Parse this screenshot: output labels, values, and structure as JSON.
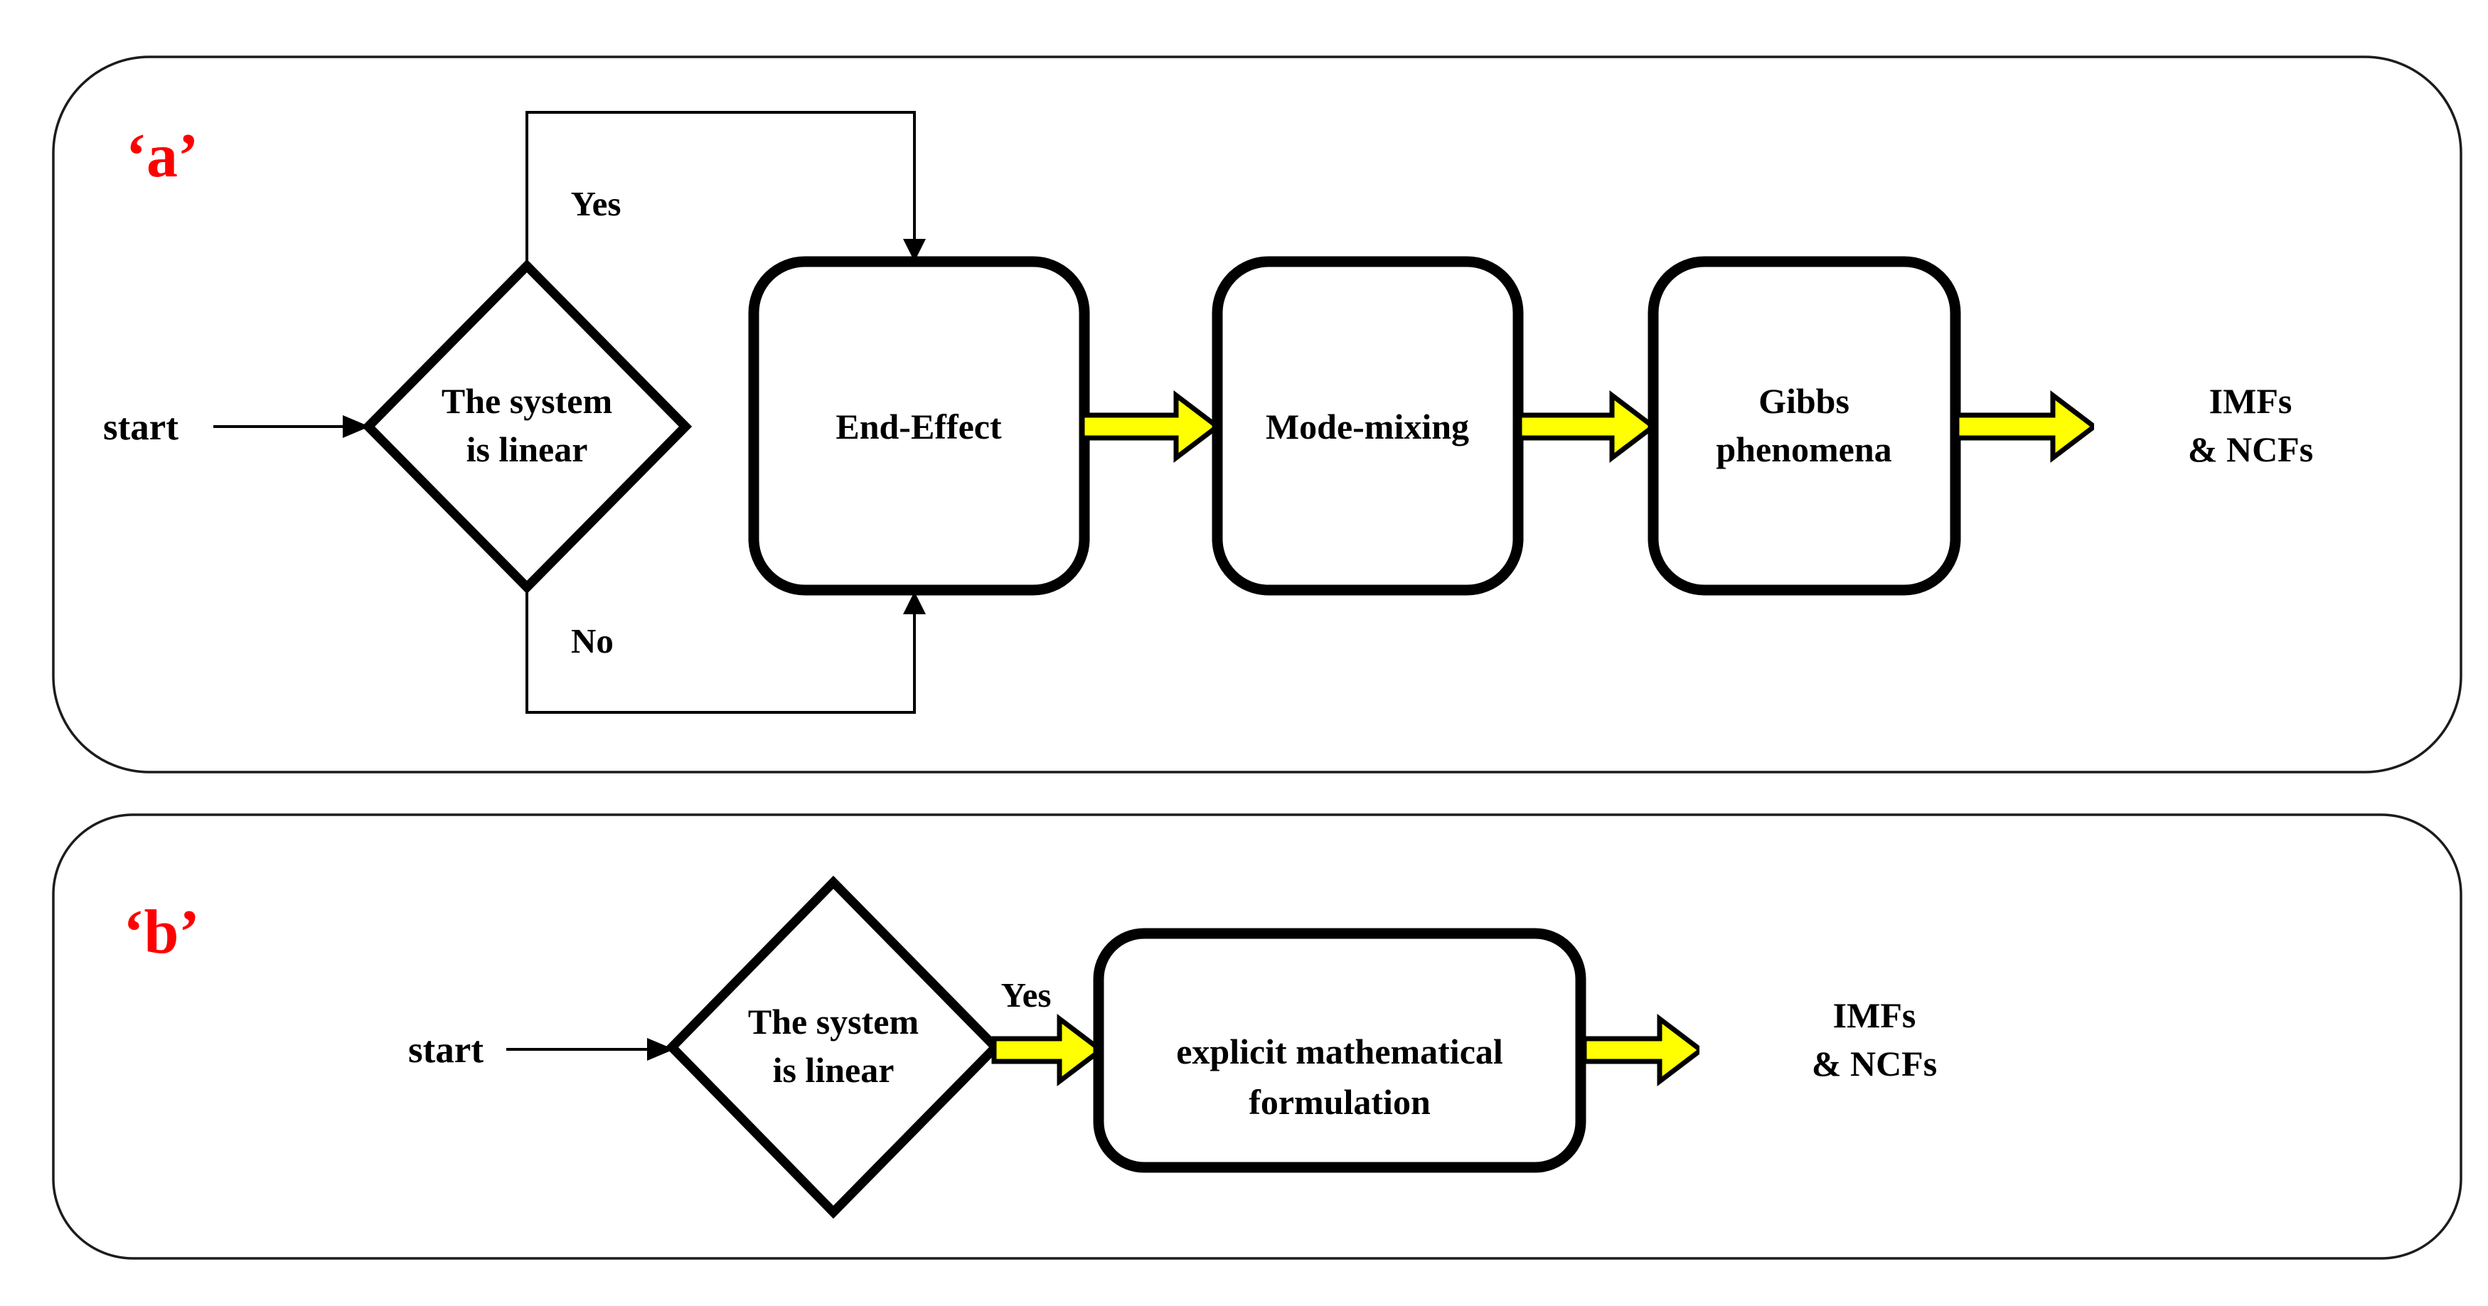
{
  "colors": {
    "background": "#ffffff",
    "shape_stroke": "#000000",
    "panel_stroke": "#1c1c1c",
    "arrow_yellow": "#ffff00",
    "figure_label_red": "#ff0000"
  },
  "panel_a": {
    "label": "‘a’",
    "start_label": "start",
    "decision": {
      "line1": "The system",
      "line2": "is linear"
    },
    "yes_label": "Yes",
    "no_label": "No",
    "process_1": "End-Effect",
    "process_2": "Mode-mixing",
    "process_3": {
      "line1": "Gibbs",
      "line2": "phenomena"
    },
    "output": {
      "line1": "IMFs",
      "line2": "& NCFs"
    }
  },
  "panel_b": {
    "label": "‘b’",
    "start_label": "start",
    "decision": {
      "line1": "The system",
      "line2": "is linear"
    },
    "yes_label": "Yes",
    "process_1": {
      "line1": "explicit mathematical",
      "line2": "formulation"
    },
    "output": {
      "line1": "IMFs",
      "line2": "& NCFs"
    }
  }
}
